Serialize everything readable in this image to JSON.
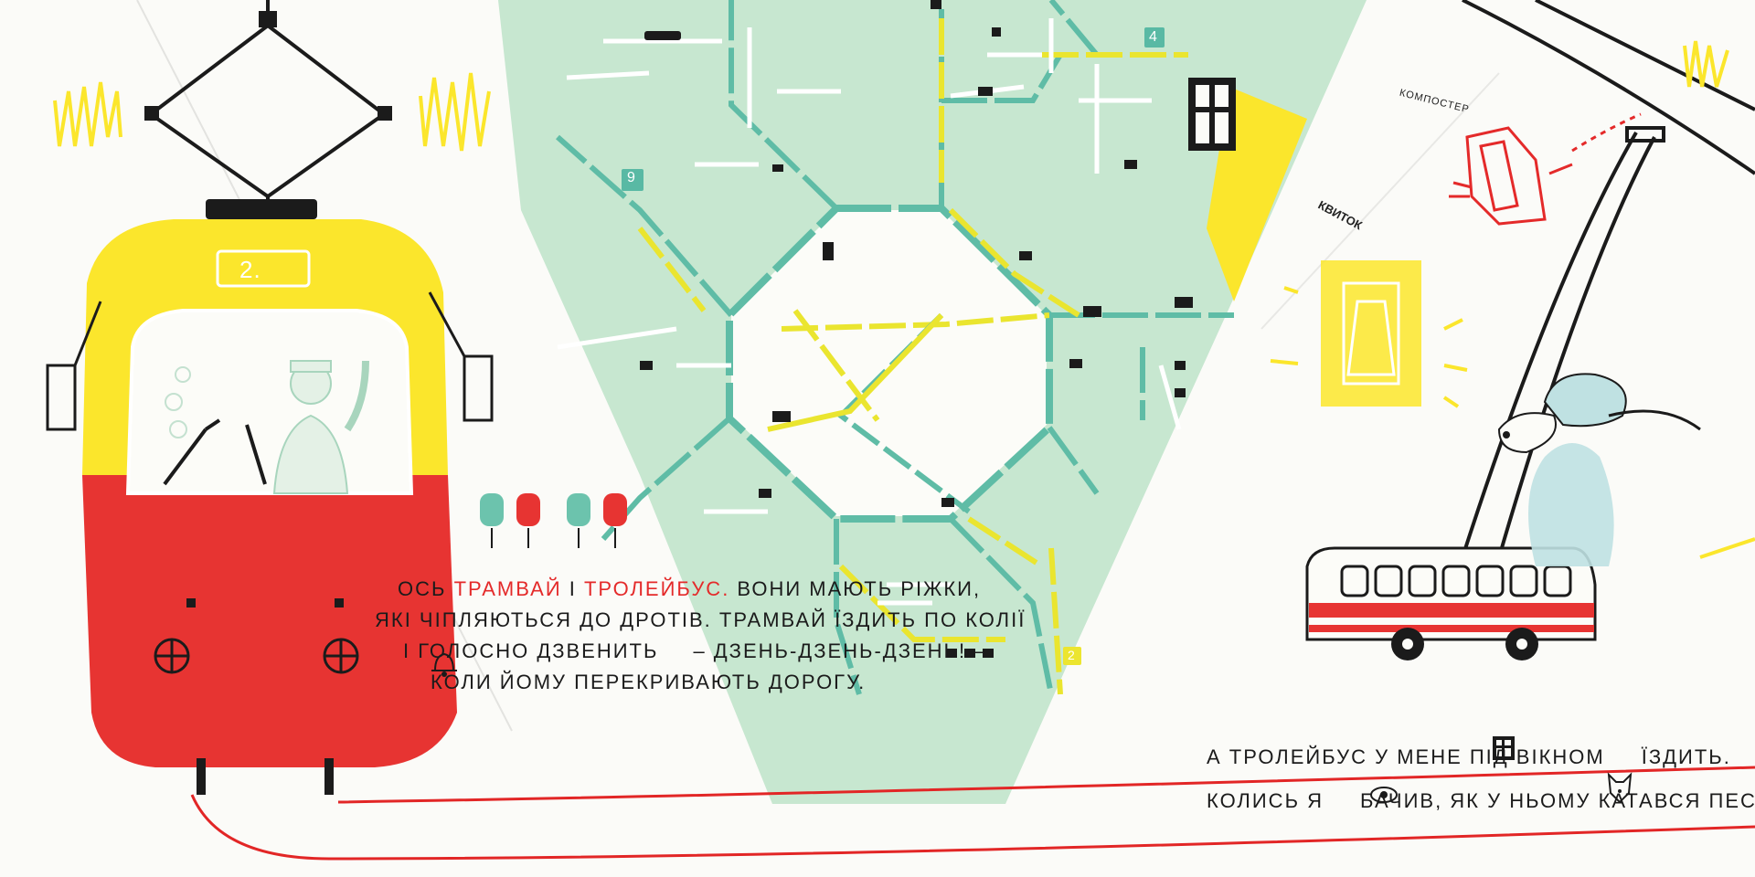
{
  "tram_number": "2.",
  "map": {
    "route_badge_left": "9",
    "route_badge_top": "4",
    "route_badge_bottom": "2"
  },
  "ticket": {
    "composter_label": "КОМПОСТЕР",
    "ticket_label": "КВИТОК"
  },
  "text_left": {
    "line1_pre": "Ось ",
    "line1_tram": "трамвай",
    "line1_and": " і ",
    "line1_trolley": "тролейбус.",
    "line1_post": " Вони мають ріжки,",
    "line2": "які чіпляються до дротів. Трамвай їздить по колії",
    "line3_pre": "і голосно дзвенить",
    "line3_post": "– дзень-дзень-дзень! –",
    "line4": "коли йому перекривають дорогу."
  },
  "text_right": {
    "line1_pre": "А тролейбус у мене під вікном",
    "line1_post": "їздить.",
    "line2_pre": "Колись я",
    "line2_post": "бачив, як у ньому катався пес!"
  },
  "colors": {
    "tram_red": "#e73432",
    "tram_yellow": "#fbe62c",
    "map_green": "#bfe4cb",
    "route_teal": "#59b9a4",
    "route_yellow": "#ece52f",
    "line_red": "#e22626"
  }
}
